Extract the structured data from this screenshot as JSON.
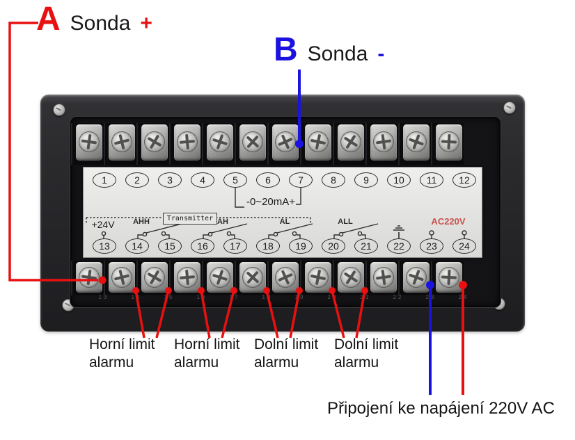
{
  "probe_a": {
    "letter": "A",
    "label": "Sonda",
    "sign": "+"
  },
  "probe_b": {
    "letter": "B",
    "label": "Sonda",
    "sign": "-"
  },
  "terminals": {
    "top": [
      "1",
      "2",
      "3",
      "4",
      "5",
      "6",
      "7",
      "8",
      "9",
      "10",
      "11",
      "12"
    ],
    "bottom": [
      "13",
      "14",
      "15",
      "16",
      "17",
      "18",
      "19",
      "20",
      "21",
      "22",
      "23",
      "24"
    ]
  },
  "panel": {
    "current_range": "-0~20mA+",
    "transmitter": "Transmitter",
    "supply": "+24V",
    "relays": [
      "AHH",
      "AH",
      "AL",
      "ALL"
    ],
    "mains": "AC220V"
  },
  "alarm_labels": [
    {
      "line1": "Horní limit",
      "line2": "alarmu"
    },
    {
      "line1": "Horní limit",
      "line2": "alarmu"
    },
    {
      "line1": "Dolní limit",
      "line2": "alarmu"
    },
    {
      "line1": "Dolní limit",
      "line2": "alarmu"
    }
  ],
  "power_label": "Připojení ke napájení 220V AC",
  "colors": {
    "red": "#e81010",
    "blue": "#1c12e0",
    "mains_red": "#c9524f"
  }
}
